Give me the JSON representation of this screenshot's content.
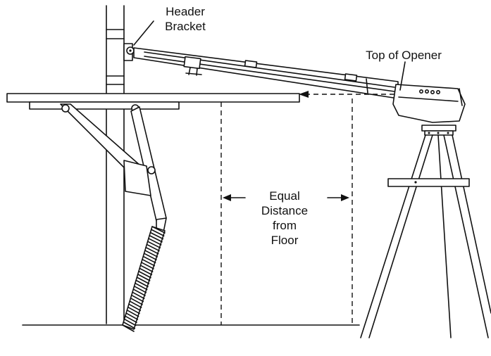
{
  "labels": {
    "header_bracket": [
      "Header",
      "Bracket"
    ],
    "top_of_opener": "Top of Opener",
    "equal_distance": [
      "Equal",
      "Distance",
      "from",
      "Floor"
    ]
  },
  "colors": {
    "line": "#111111",
    "background": "#ffffff"
  }
}
